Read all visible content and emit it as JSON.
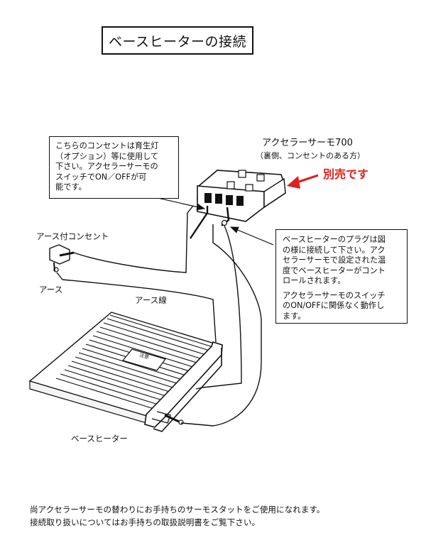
{
  "title": "ベースヒーターの接続",
  "device": {
    "name": "アクセラーサーモ700",
    "subtitle": "（裏側、コンセントのある方）",
    "sold_separately": "別売です",
    "accent_color": "#e0201b"
  },
  "notes": {
    "outlet_note": "こちらのコンセントは育生灯\n（オプション）等に使用して\n下さい。アクセラーサーモの\nスイッチでON／OFFが可\n能です。",
    "heater_note_1": "ベースヒーターのプラグは図\nの様に接続して下さい。アク\nセラーサーモで設定された温\n度でベースヒーターがコント\nロールされます。",
    "heater_note_2": "アクセラーサーモのスイッチ\nのON/OFFに関係なく動作し\nます。"
  },
  "labels": {
    "grounded_outlet": "アース付コンセント",
    "earth": "アース",
    "earth_wire": "アース線",
    "base_heater": "ベースヒーター",
    "caution_plate": "注意"
  },
  "footer": {
    "line1": "尚アクセラーサーモの替わりにお手持ちのサーモスタットをご使用になれます。",
    "line2": "接続取り扱いについてはお手持ちの取扱説明書をご覧下さい。"
  }
}
